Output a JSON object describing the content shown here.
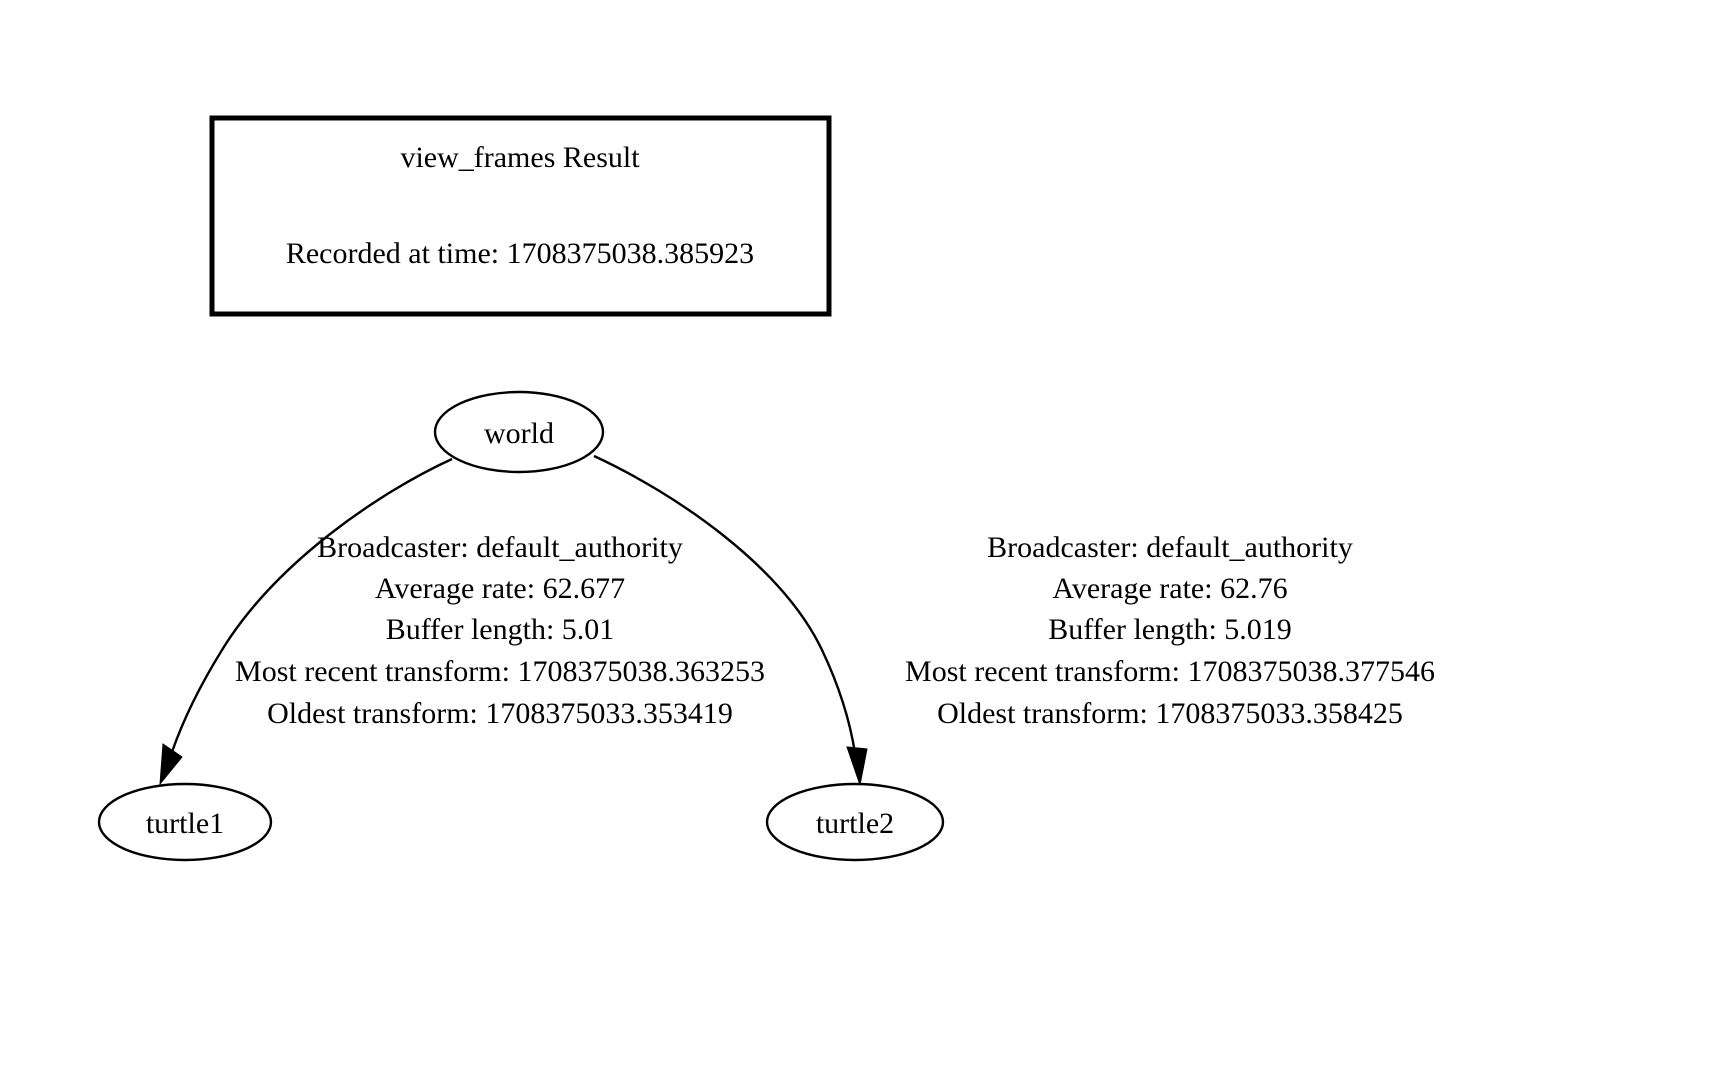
{
  "graph": {
    "title_box": {
      "line1": "view_frames Result",
      "line2": "Recorded at time: 1708375038.385923"
    },
    "nodes": [
      {
        "id": "world",
        "label": "world"
      },
      {
        "id": "turtle1",
        "label": "turtle1"
      },
      {
        "id": "turtle2",
        "label": "turtle2"
      }
    ],
    "edges": [
      {
        "from": "world",
        "to": "turtle1",
        "label_lines": [
          "Broadcaster: default_authority",
          "Average rate: 62.677",
          "Buffer length: 5.01",
          "Most recent transform: 1708375038.363253",
          "Oldest transform: 1708375033.353419"
        ]
      },
      {
        "from": "world",
        "to": "turtle2",
        "label_lines": [
          "Broadcaster: default_authority",
          "Average rate: 62.76",
          "Buffer length: 5.019",
          "Most recent transform: 1708375038.377546",
          "Oldest transform: 1708375033.358425"
        ]
      }
    ],
    "colors": {
      "background": "#ffffff",
      "stroke": "#000000",
      "text": "#000000"
    }
  }
}
